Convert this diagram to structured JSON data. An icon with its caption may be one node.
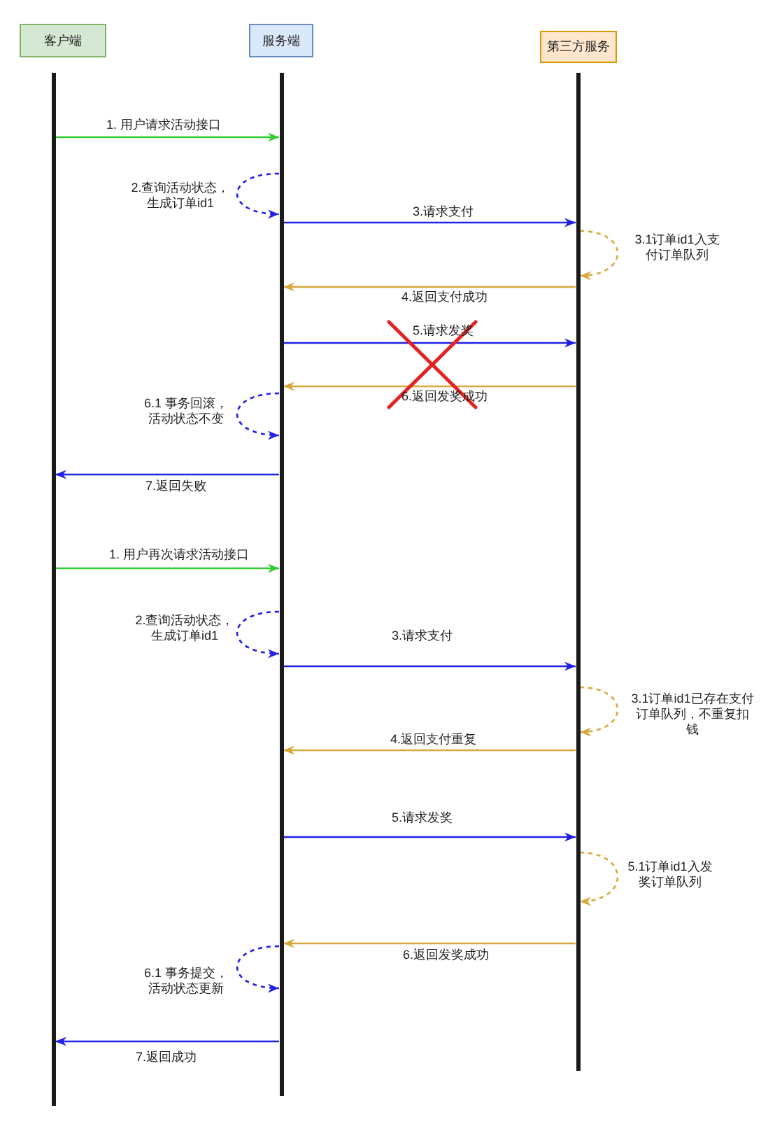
{
  "diagram": {
    "nodes": [
      {
        "text": [
          "客户端"
        ]
      },
      {
        "text": [
          "服务端"
        ]
      },
      {
        "text": [
          "第三方服务"
        ]
      },
      {
        "text": [],
        "shape": "bar"
      },
      {
        "text": [],
        "shape": "bar"
      },
      {
        "text": [],
        "shape": "bar"
      }
    ],
    "edges": [
      {
        "from": 3,
        "to": 4,
        "arrow": "to",
        "label": "1. 用户请求活动接口",
        "color": "#33cc33"
      },
      {
        "from": 4,
        "to": 4,
        "arrow": "to",
        "label": "2.查询活动状态，生成订单id1",
        "style": "dashed"
      },
      {
        "from": 4,
        "to": 5,
        "arrow": "to",
        "label": "3.请求支付"
      },
      {
        "from": 5,
        "to": 5,
        "arrow": "to",
        "label": "3.1订单id1入支付订单队列",
        "style": "dashed",
        "color": "#d8a83c"
      },
      {
        "from": 5,
        "to": 4,
        "arrow": "to",
        "label": "4.返回支付成功",
        "color": "#d8a83c"
      },
      {
        "from": 4,
        "to": 5,
        "arrow": "to",
        "label": "5.请求发奖"
      },
      {
        "from": 5,
        "to": 4,
        "arrow": "to",
        "label": "6.返回发奖成功",
        "color": "#d8a83c"
      },
      {
        "from": 4,
        "to": 4,
        "arrow": "to",
        "label": "6.1 事务回滚，活动状态不变",
        "style": "dashed"
      },
      {
        "from": 4,
        "to": 3,
        "arrow": "to",
        "label": "7.返回失败"
      },
      {
        "from": 3,
        "to": 4,
        "arrow": "to",
        "label": "1. 用户再次请求活动接口",
        "color": "#33cc33"
      },
      {
        "from": 4,
        "to": 4,
        "arrow": "to",
        "label": "2.查询活动状态，生成订单id1",
        "style": "dashed"
      },
      {
        "from": 4,
        "to": 5,
        "arrow": "to",
        "label": "3.请求支付"
      },
      {
        "from": 5,
        "to": 5,
        "arrow": "to",
        "label": "3.1订单id1已存在支付订单队列，不重复扣钱",
        "style": "dashed",
        "color": "#d8a83c"
      },
      {
        "from": 5,
        "to": 4,
        "arrow": "to",
        "label": "4.返回支付重复",
        "color": "#d8a83c"
      },
      {
        "from": 4,
        "to": 5,
        "arrow": "to",
        "label": "5.请求发奖"
      },
      {
        "from": 5,
        "to": 5,
        "arrow": "to",
        "label": "5.1订单id1入发奖订单队列",
        "style": "dashed",
        "color": "#d8a83c"
      },
      {
        "from": 5,
        "to": 4,
        "arrow": "to",
        "label": "6.返回发奖成功",
        "color": "#d8a83c"
      },
      {
        "from": 4,
        "to": 4,
        "arrow": "to",
        "label": "6.1 事务提交，活动状态更新",
        "style": "dashed"
      },
      {
        "from": 4,
        "to": 3,
        "arrow": "to",
        "label": "7.返回成功"
      }
    ]
  }
}
